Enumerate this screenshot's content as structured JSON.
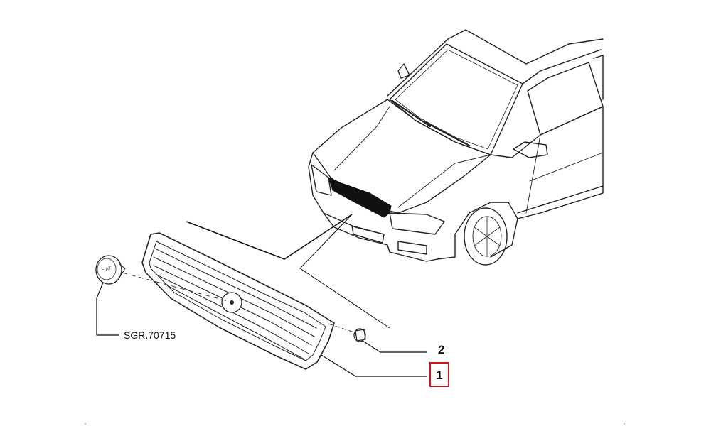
{
  "diagram": {
    "emblem_label": "FIAT",
    "labels": {
      "ref_code": "SGR.70715",
      "part_2": "2",
      "part_1": "1"
    },
    "highlight_color": "#d0141c",
    "line_color": "#111111"
  }
}
